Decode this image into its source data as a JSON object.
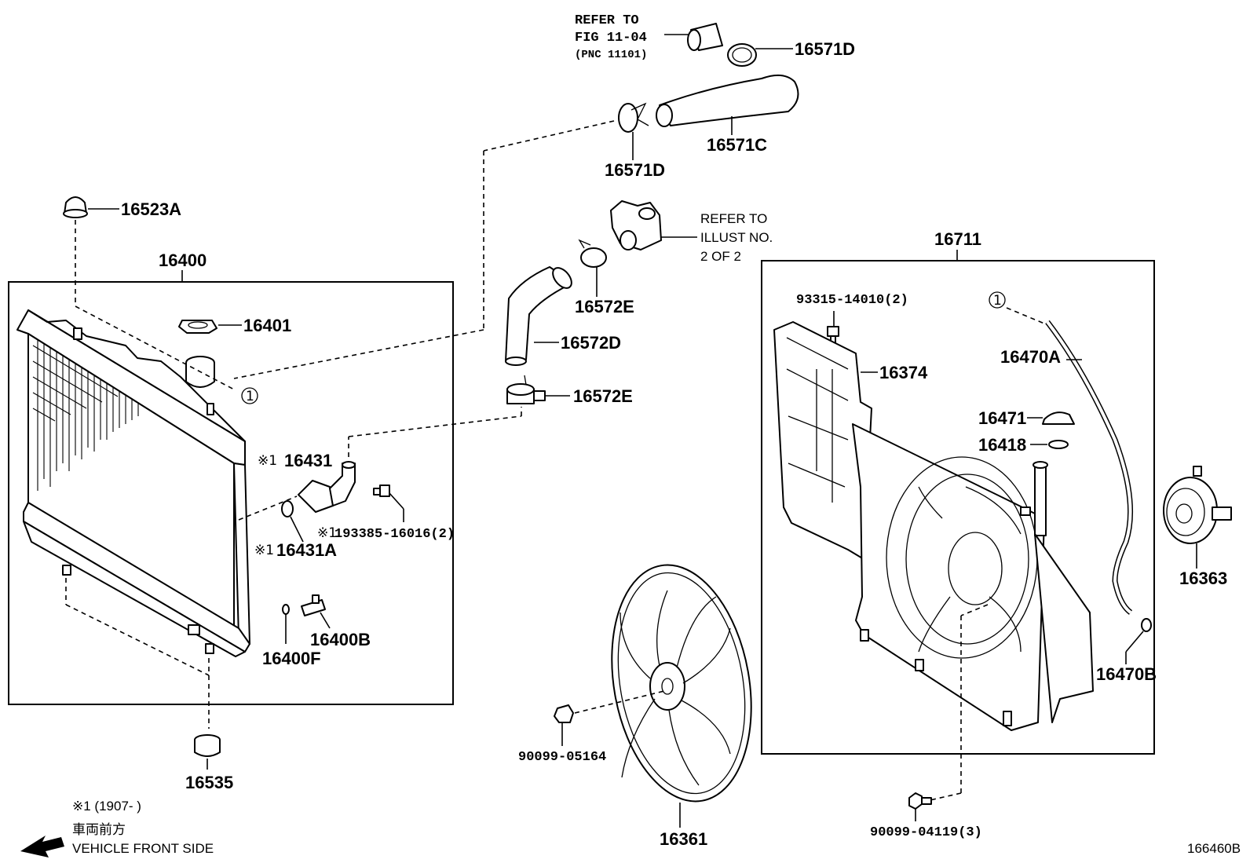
{
  "labels": {
    "p16523A": "16523A",
    "p16400": "16400",
    "p16401": "16401",
    "p16431": "16431",
    "p16431A": "16431A",
    "p193385": "193385-16016(2)",
    "p16400B": "16400B",
    "p16400F": "16400F",
    "p16535": "16535",
    "p16571D_top": "16571D",
    "p16571C": "16571C",
    "p16571D_left": "16571D",
    "p16572E_top": "16572E",
    "p16572D": "16572D",
    "p16572E_bottom": "16572E",
    "p16711": "16711",
    "p93315": "93315-14010(2)",
    "p16374": "16374",
    "p16470A": "16470A",
    "p16471": "16471",
    "p16418": "16418",
    "p16363": "16363",
    "p16470B": "16470B",
    "p90099_05164": "90099-05164",
    "p16361": "16361",
    "p90099_04119": "90099-04119(3)"
  },
  "refs": {
    "fig_line1": "REFER TO",
    "fig_line2": "FIG 11-04",
    "fig_line3": "(PNC 11101)",
    "illust_line1": "REFER TO",
    "illust_line2": "ILLUST NO.",
    "illust_line3": "2 OF 2"
  },
  "marks": {
    "mark1": "※1",
    "circle1": "1"
  },
  "notes": {
    "footnote": "※1 (1907-      )",
    "front_jp": "車両前方",
    "front_en": "VEHICLE FRONT SIDE",
    "diagram_code": "166460B"
  }
}
